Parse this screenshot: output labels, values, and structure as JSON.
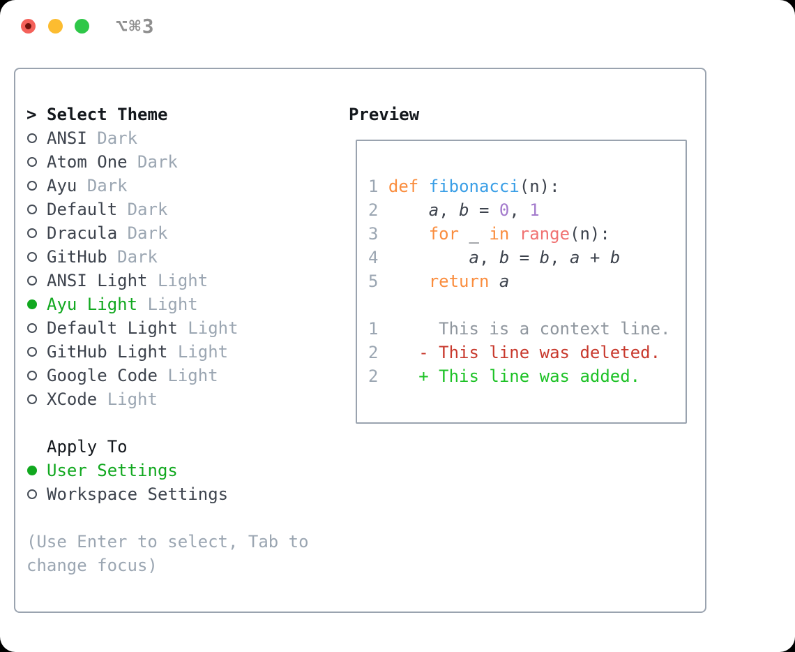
{
  "window": {
    "title": "⌥⌘3"
  },
  "theme_panel": {
    "header_prefix": ">",
    "header_label": "Select Theme",
    "themes": [
      {
        "name": "ANSI",
        "variant": "Dark",
        "selected": false
      },
      {
        "name": "Atom One",
        "variant": "Dark",
        "selected": false
      },
      {
        "name": "Ayu",
        "variant": "Dark",
        "selected": false
      },
      {
        "name": "Default",
        "variant": "Dark",
        "selected": false
      },
      {
        "name": "Dracula",
        "variant": "Dark",
        "selected": false
      },
      {
        "name": "GitHub",
        "variant": "Dark",
        "selected": false
      },
      {
        "name": "ANSI Light",
        "variant": "Light",
        "selected": false
      },
      {
        "name": "Ayu Light",
        "variant": "Light",
        "selected": true
      },
      {
        "name": "Default Light",
        "variant": "Light",
        "selected": false
      },
      {
        "name": "GitHub Light",
        "variant": "Light",
        "selected": false
      },
      {
        "name": "Google Code",
        "variant": "Light",
        "selected": false
      },
      {
        "name": "XCode",
        "variant": "Light",
        "selected": false
      }
    ],
    "apply_to": {
      "label": "Apply To",
      "options": [
        {
          "label": "User Settings",
          "selected": true
        },
        {
          "label": "Workspace Settings",
          "selected": false
        }
      ]
    },
    "help_text": "(Use Enter to select, Tab to change focus)"
  },
  "preview": {
    "label": "Preview",
    "lines": [
      [
        {
          "c": "lno",
          "t": "1"
        },
        {
          "c": "pln",
          "t": " "
        },
        {
          "c": "kw",
          "t": "def"
        },
        {
          "c": "pln",
          "t": " "
        },
        {
          "c": "fn",
          "t": "fibonacci"
        },
        {
          "c": "pln",
          "t": "(n):"
        }
      ],
      [
        {
          "c": "lno",
          "t": "2"
        },
        {
          "c": "pln",
          "t": "     "
        },
        {
          "c": "var",
          "t": "a"
        },
        {
          "c": "pln",
          "t": ", "
        },
        {
          "c": "var",
          "t": "b"
        },
        {
          "c": "pln",
          "t": " = "
        },
        {
          "c": "num",
          "t": "0"
        },
        {
          "c": "pln",
          "t": ", "
        },
        {
          "c": "num",
          "t": "1"
        }
      ],
      [
        {
          "c": "lno",
          "t": "3"
        },
        {
          "c": "pln",
          "t": "     "
        },
        {
          "c": "kw",
          "t": "for"
        },
        {
          "c": "pln",
          "t": " _ "
        },
        {
          "c": "kw",
          "t": "in"
        },
        {
          "c": "pln",
          "t": " "
        },
        {
          "c": "call",
          "t": "range"
        },
        {
          "c": "pln",
          "t": "(n):"
        }
      ],
      [
        {
          "c": "lno",
          "t": "4"
        },
        {
          "c": "pln",
          "t": "         "
        },
        {
          "c": "var",
          "t": "a"
        },
        {
          "c": "pln",
          "t": ", "
        },
        {
          "c": "var",
          "t": "b"
        },
        {
          "c": "pln",
          "t": " = "
        },
        {
          "c": "var",
          "t": "b"
        },
        {
          "c": "pln",
          "t": ", "
        },
        {
          "c": "var",
          "t": "a"
        },
        {
          "c": "pln",
          "t": " + "
        },
        {
          "c": "var",
          "t": "b"
        }
      ],
      [
        {
          "c": "lno",
          "t": "5"
        },
        {
          "c": "pln",
          "t": "     "
        },
        {
          "c": "kw",
          "t": "return"
        },
        {
          "c": "pln",
          "t": " "
        },
        {
          "c": "var",
          "t": "a"
        }
      ],
      [],
      [
        {
          "c": "lno",
          "t": "1"
        },
        {
          "c": "ctx",
          "t": "      This is a context line."
        }
      ],
      [
        {
          "c": "lno",
          "t": "2"
        },
        {
          "c": "del",
          "t": "    - This line was deleted."
        }
      ],
      [
        {
          "c": "lno",
          "t": "2"
        },
        {
          "c": "add",
          "t": "    + This line was added."
        }
      ]
    ]
  },
  "colors": {
    "selected_green": "#11a81f",
    "keyword_orange": "#fa8d3e",
    "function_blue": "#399ee6",
    "builtin_coral": "#f07171",
    "number_purple": "#a37acc",
    "diff_deleted_red": "#c8392d",
    "diff_added_green": "#1dc226",
    "muted_gray": "#9ba6b2",
    "text_dark": "#3d434d",
    "border_gray": "#9aa3af",
    "traffic_red": "#f4615a",
    "traffic_yellow": "#fcbc30",
    "traffic_green": "#2ec748"
  }
}
